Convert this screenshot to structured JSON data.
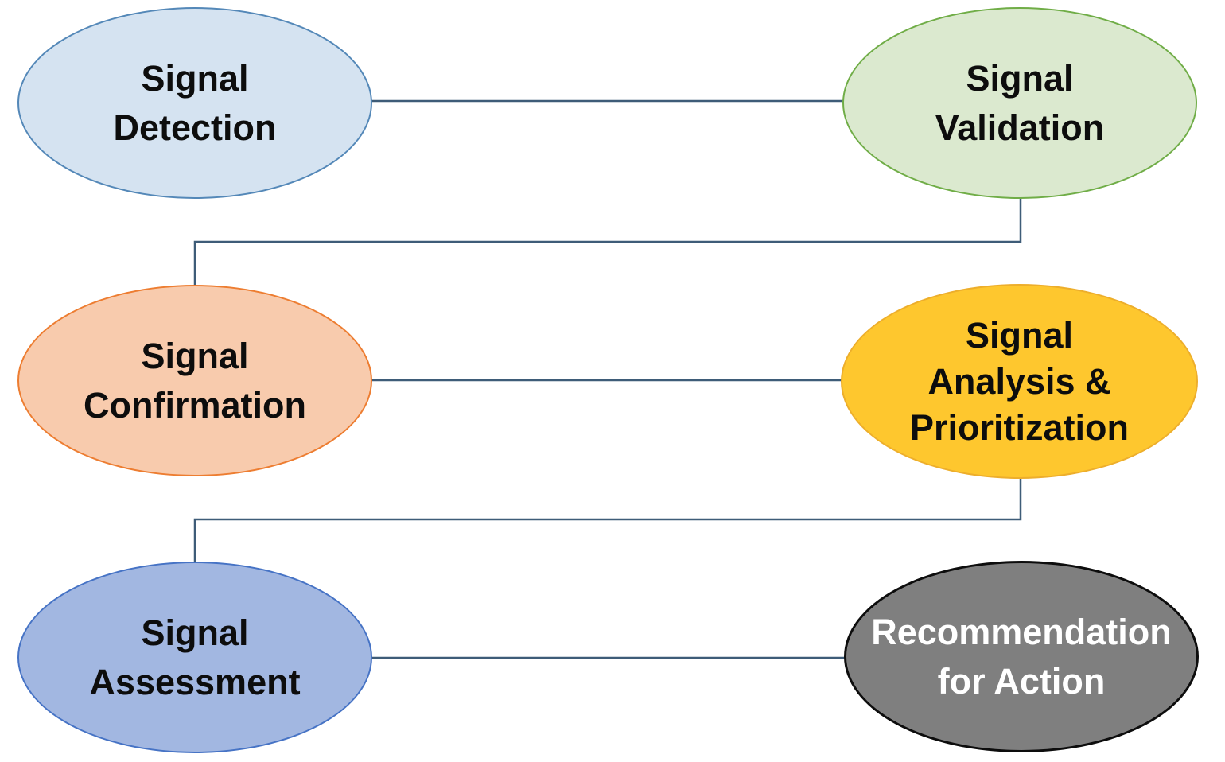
{
  "diagram": {
    "type": "flowchart",
    "connector_color": "#3E5C78",
    "nodes": [
      {
        "id": "signal-detection",
        "label": "Signal Detection",
        "lines": [
          "Signal",
          "Detection"
        ],
        "fill": "#D5E3F1",
        "border": "#5488B8",
        "text_color": "#0D0D0D"
      },
      {
        "id": "signal-validation",
        "label": "Signal Validation",
        "lines": [
          "Signal",
          "Validation"
        ],
        "fill": "#DBE9CF",
        "border": "#70AD47",
        "text_color": "#0D0D0D"
      },
      {
        "id": "signal-confirmation",
        "label": "Signal Confirmation",
        "lines": [
          "Signal",
          "Confirmation"
        ],
        "fill": "#F8CBAD",
        "border": "#ED7D31",
        "text_color": "#0D0D0D"
      },
      {
        "id": "signal-analysis-prioritization",
        "label": "Signal Analysis & Prioritization",
        "lines": [
          "Signal",
          "Analysis &",
          "Prioritization"
        ],
        "fill": "#FEC72E",
        "border": "#EDAE2B",
        "text_color": "#0D0D0D"
      },
      {
        "id": "signal-assessment",
        "label": "Signal Assessment",
        "lines": [
          "Signal",
          "Assessment"
        ],
        "fill": "#A2B7E1",
        "border": "#4673C5",
        "text_color": "#0D0D0D"
      },
      {
        "id": "recommendation-for-action",
        "label": "Recommendation for Action",
        "lines": [
          "Recommendation",
          "for Action"
        ],
        "fill": "#7F7F7F",
        "border": "#0D0D0D",
        "text_color": "#FFFFFF"
      }
    ],
    "edges": [
      {
        "from": "signal-detection",
        "to": "signal-validation",
        "type": "straight"
      },
      {
        "from": "signal-validation",
        "to": "signal-confirmation",
        "type": "elbow"
      },
      {
        "from": "signal-confirmation",
        "to": "signal-analysis-prioritization",
        "type": "straight"
      },
      {
        "from": "signal-analysis-prioritization",
        "to": "signal-assessment",
        "type": "elbow"
      },
      {
        "from": "signal-assessment",
        "to": "recommendation-for-action",
        "type": "straight"
      }
    ]
  }
}
